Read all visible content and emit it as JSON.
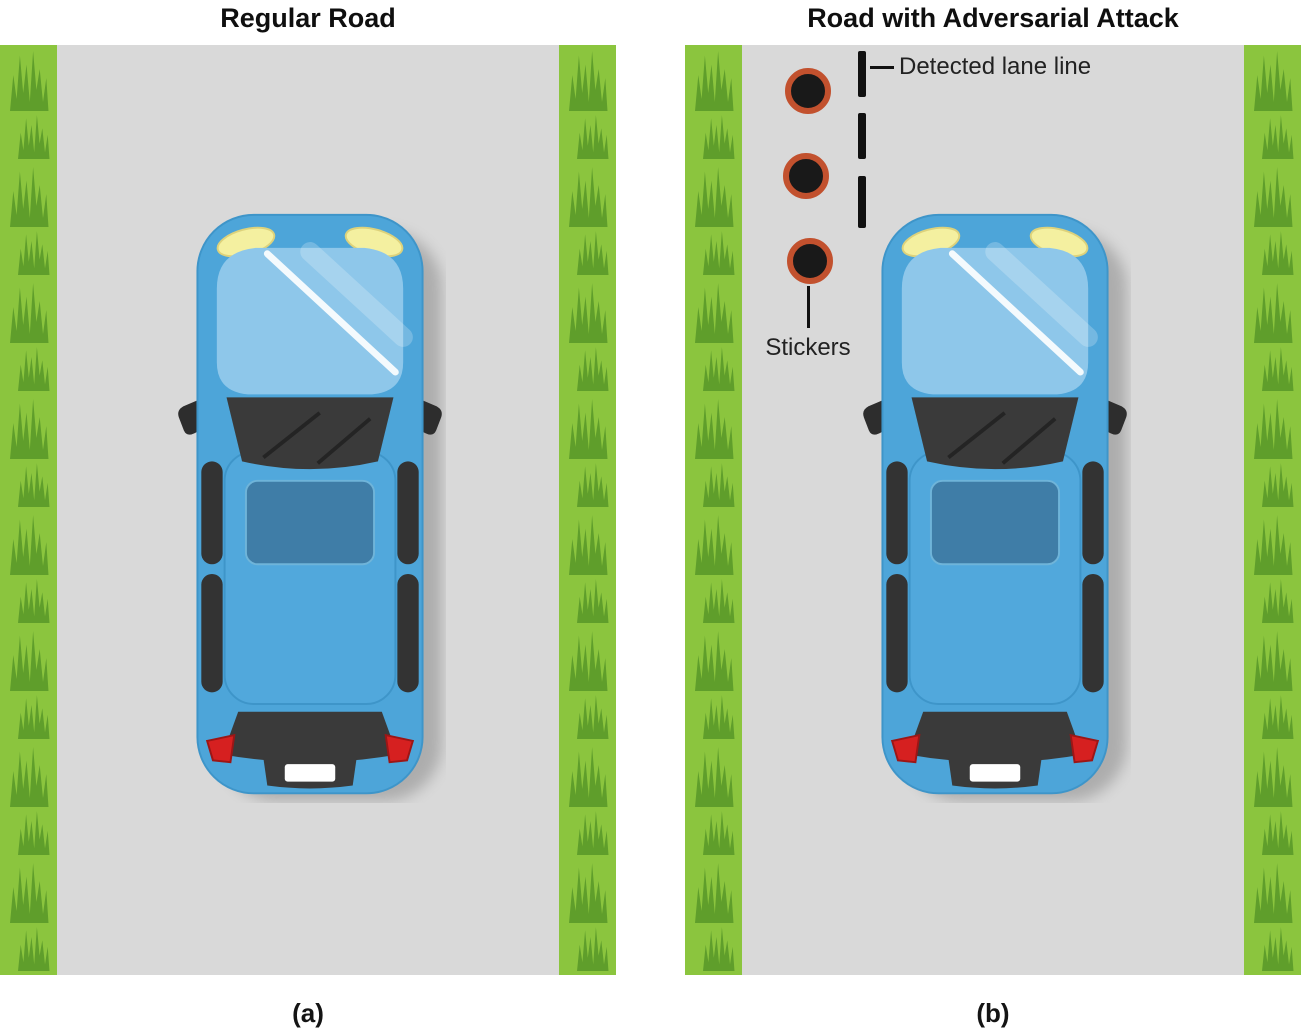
{
  "palette": {
    "road": "#d9d9d9",
    "grass": "#8bc53e",
    "grass_tufts": "#5f9e2b",
    "car_body": "#4da5d9",
    "sticker_ring": "#c2512e",
    "sticker_center": "#191919",
    "lane_line": "#111111"
  },
  "panel_a": {
    "title": "Regular Road",
    "caption": "(a)"
  },
  "panel_b": {
    "title": "Road with Adversarial Attack",
    "caption": "(b)",
    "annotations": {
      "detected_lane_line": "Detected lane line",
      "stickers": "Stickers",
      "sticker_count": 3
    }
  }
}
